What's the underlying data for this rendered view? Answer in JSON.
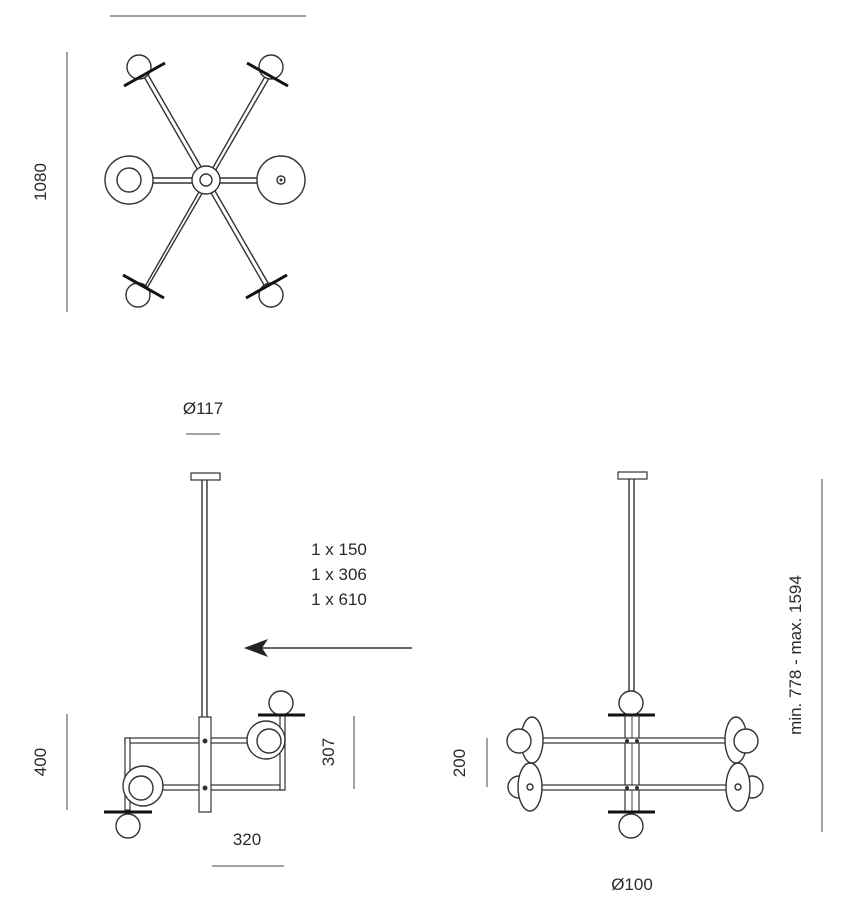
{
  "top_view": {
    "dim_height": "1080"
  },
  "side_view": {
    "dim_canopy": "Ø117",
    "rod_options": [
      "1 x 150",
      "1 x 306",
      "1 x 610"
    ],
    "dim_height": "400",
    "dim_arm_height": "307",
    "dim_width": "320"
  },
  "front_view": {
    "dim_height": "200",
    "dim_diameter": "Ø100",
    "dim_total": "min. 778 - max. 1594"
  }
}
